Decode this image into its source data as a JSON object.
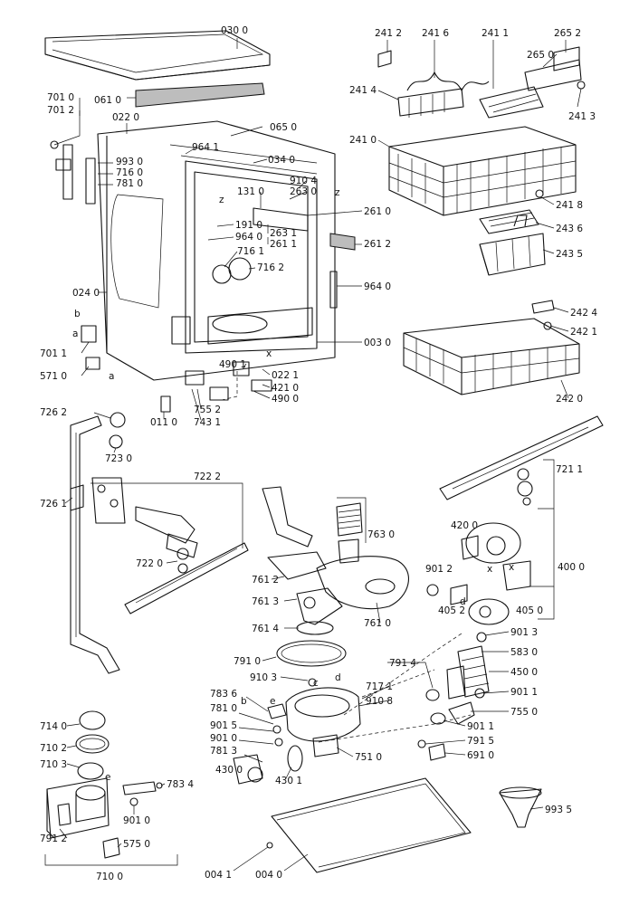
{
  "labels": {
    "p0300": "030 0",
    "p0610": "061 0",
    "p0220": "022 0",
    "p0650": "065 0",
    "p9641": "964 1",
    "p9930": "993 0",
    "p7160": "716 0",
    "p7810": "781 0",
    "p0340": "034 0",
    "p9104": "910 4",
    "p2630": "263 0",
    "p1310": "131 0",
    "p1910": "191 0",
    "p9640a": "964 0",
    "p2631": "263 1",
    "p2611": "261 1",
    "p7161": "716 1",
    "p7162": "716 2",
    "p2610": "261 0",
    "p2612": "261 2",
    "p9640b": "964 0",
    "p0240": "024 0",
    "p7010": "701 0",
    "p7012": "701 2",
    "p7011": "701 1",
    "p5710": "571 0",
    "p0030": "003 0",
    "p4901": "490 1",
    "p0221": "022 1",
    "p4210": "421 0",
    "p4900": "490 0",
    "p7552": "755 2",
    "p0110": "011 0",
    "p7431": "743 1",
    "p2412": "241 2",
    "p2416": "241 6",
    "p2411": "241 1",
    "p2652": "265 2",
    "p2650": "265 0",
    "p2414": "241 4",
    "p2413": "241 3",
    "p2410": "241 0",
    "p2418": "241 8",
    "p2436": "243 6",
    "p2435": "243 5",
    "p2424": "242 4",
    "p2421": "242 1",
    "p2420": "242 0",
    "p7262": "726 2",
    "p7230": "723 0",
    "p7261": "726 1",
    "p7222": "722 2",
    "p7220": "722 0",
    "p7211": "721 1",
    "p7630": "763 0",
    "p7612": "761 2",
    "p7613": "761 3",
    "p7614": "761 4",
    "p7610": "761 0",
    "p4200": "420 0",
    "p4000": "400 0",
    "p9012a": "901 2",
    "p4052": "405 2",
    "p4050": "405 0",
    "p9013": "901 3",
    "p7910": "791 0",
    "p7914": "791 4",
    "p5830": "583 0",
    "p4500": "450 0",
    "p9103": "910 3",
    "p7171": "717 1",
    "p9108": "910 8",
    "p9011a": "901 1",
    "p7836": "783 6",
    "p7810b": "781 0",
    "p7550": "755 0",
    "p9011b": "901 1",
    "p9015": "901 5",
    "p9010a": "901 0",
    "p7813": "781 3",
    "p7510": "751 0",
    "p7915": "791 5",
    "p6910": "691 0",
    "p7140": "714 0",
    "p7102": "710 2",
    "p7103": "710 3",
    "p4300": "430 0",
    "p4301": "430 1",
    "p7834": "783 4",
    "p9010b": "901 0",
    "p7912": "791 2",
    "p5750": "575 0",
    "p7100": "710 0",
    "p0041": "004 1",
    "p0040": "004 0",
    "p9935": "993 5"
  },
  "markers": {
    "a1": "a",
    "a2": "a",
    "b1": "b",
    "b2": "b",
    "c1": "c",
    "d1": "d",
    "d2": "d",
    "e1": "e",
    "e2": "e",
    "x1": "x",
    "x2": "x",
    "x3": "x",
    "z1": "z",
    "z2": "z"
  }
}
